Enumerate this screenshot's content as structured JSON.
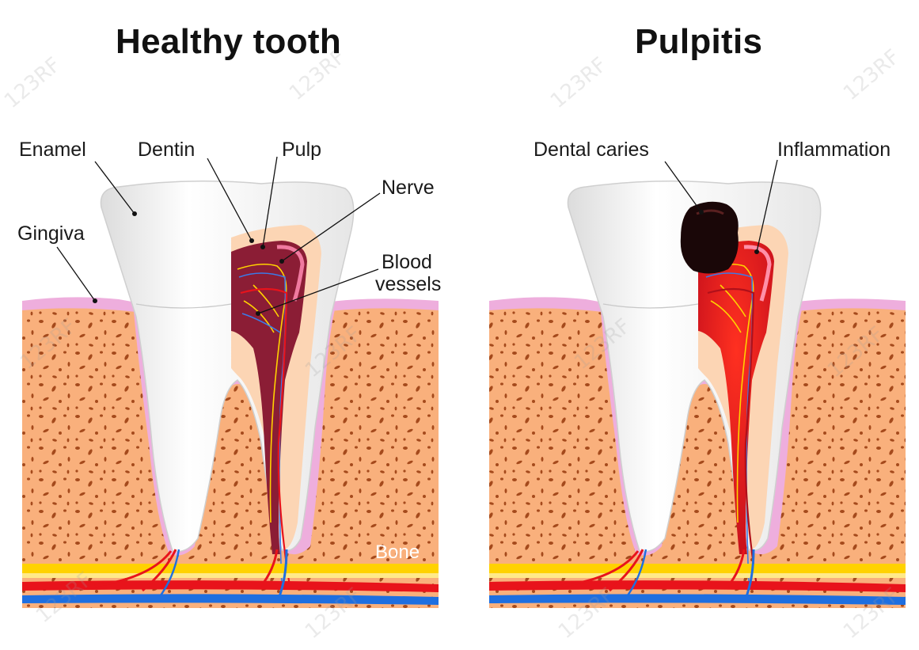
{
  "titles": {
    "left": "Healthy tooth",
    "right": "Pulpitis"
  },
  "labels": {
    "enamel": "Enamel",
    "dentin": "Dentin",
    "pulp": "Pulp",
    "nerve": "Nerve",
    "gingiva": "Gingiva",
    "blood_line1": "Blood",
    "blood_line2": "vessels",
    "bone": "Bone",
    "dental_caries": "Dental caries",
    "inflammation": "Inflammation"
  },
  "watermark": "123RF",
  "colors": {
    "bone": "#f9b07c",
    "gingiva": "#eeaedd",
    "enamel": "#f4f4f4",
    "dentin": "#fcd5b4",
    "pulp_healthy": "#8b1d35",
    "pulp_inflamed": "#e8141e",
    "caries": "#1a0708",
    "artery": "#e8131b",
    "vein": "#1e6fe0",
    "nerve": "#ffd200"
  }
}
